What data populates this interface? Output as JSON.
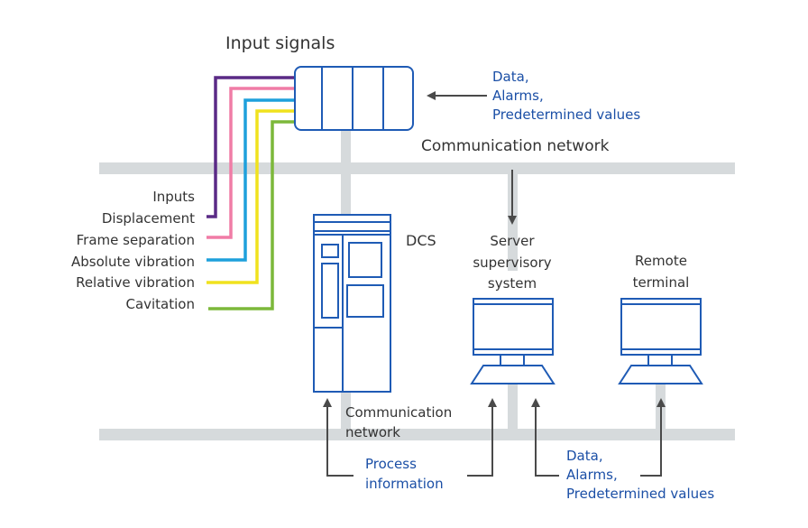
{
  "title": "Input signals",
  "colors": {
    "bus": "#d6dadc",
    "device_stroke": "#1f5bb5",
    "arrow": "#4a4a4a",
    "text_dark": "#333333",
    "text_blue": "#1b4fa6",
    "signals": [
      "#5a2a86",
      "#f07ca6",
      "#1ea0dc",
      "#f0e21e",
      "#7cb83a"
    ]
  },
  "inputs": {
    "heading": "Inputs",
    "items": [
      {
        "label": "Displacement",
        "color": "#5a2a86"
      },
      {
        "label": "Frame separation",
        "color": "#f07ca6"
      },
      {
        "label": "Absolute vibration",
        "color": "#1ea0dc"
      },
      {
        "label": "Relative vibration",
        "color": "#f0e21e"
      },
      {
        "label": "Cavitation",
        "color": "#7cb83a"
      }
    ]
  },
  "top_annotation": [
    "Data,",
    "Alarms,",
    "Predetermined values"
  ],
  "top_network_label": "Communication network",
  "dcs_label": "DCS",
  "server_label": [
    "Server",
    "supervisory",
    "system"
  ],
  "remote_label": [
    "Remote",
    "terminal"
  ],
  "bottom_network_label": [
    "Communication",
    "network"
  ],
  "process_label": [
    "Process",
    "information"
  ],
  "bottom_annotation": [
    "Data,",
    "Alarms,",
    "Predetermined values"
  ]
}
